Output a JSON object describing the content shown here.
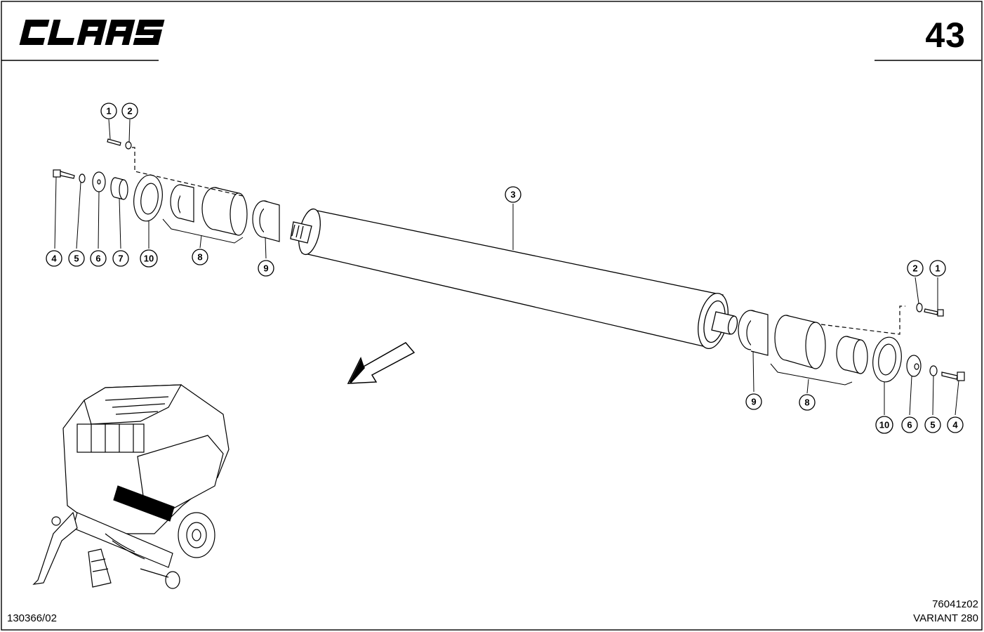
{
  "header": {
    "brand": "CLAAS",
    "page_number": "43"
  },
  "footer": {
    "document_id": "130366/02",
    "drawing_id": "76041z02",
    "model": "VARIANT 280"
  },
  "callouts": {
    "left": [
      "1",
      "2",
      "4",
      "5",
      "6",
      "7",
      "10",
      "8",
      "9"
    ],
    "center": [
      "3"
    ],
    "right": [
      "2",
      "1",
      "9",
      "8",
      "10",
      "6",
      "5",
      "4"
    ]
  },
  "icons": {
    "brand_logo": "claas-logo",
    "direction": "direction-arrow-icon",
    "overview": "baler-overview-illustration"
  }
}
